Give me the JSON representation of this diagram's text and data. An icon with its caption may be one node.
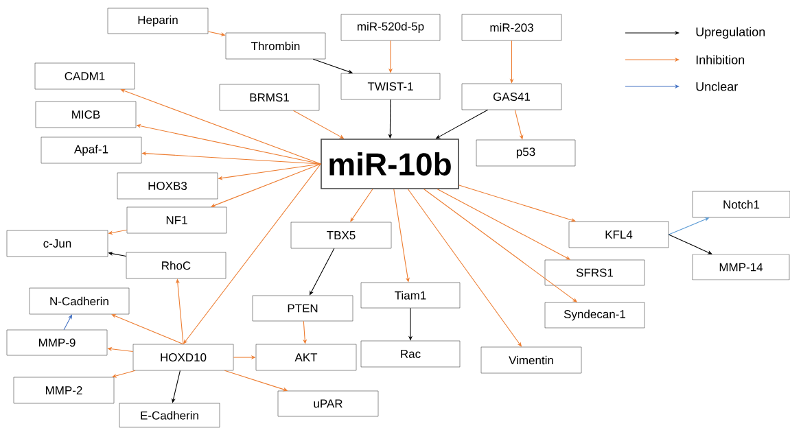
{
  "diagram": {
    "nodes": [
      {
        "text": [
          "Heparin"
        ]
      },
      {
        "text": [
          "Thrombin"
        ]
      },
      {
        "text": [
          "miR-520d-5p"
        ]
      },
      {
        "text": [
          "miR-203"
        ]
      },
      {
        "text": [
          "CADM1"
        ]
      },
      {
        "text": [
          "TWIST-1"
        ]
      },
      {
        "text": [
          "BRMS1"
        ]
      },
      {
        "text": [
          "GAS41"
        ]
      },
      {
        "text": [
          "MICB"
        ]
      },
      {
        "text": [
          "Apaf-1"
        ]
      },
      {
        "text": [
          "miR-10b"
        ]
      },
      {
        "text": [
          "p53"
        ]
      },
      {
        "text": [
          "HOXB3"
        ]
      },
      {
        "text": [
          "NF1"
        ]
      },
      {
        "text": [
          "KFL4"
        ]
      },
      {
        "text": [
          "Notch1"
        ]
      },
      {
        "text": [
          "TBX5"
        ]
      },
      {
        "text": [
          "c-Jun"
        ]
      },
      {
        "text": [
          "RhoC"
        ]
      },
      {
        "text": [
          "SFRS1"
        ]
      },
      {
        "text": [
          "MMP-14"
        ]
      },
      {
        "text": [
          "N-Cadherin"
        ]
      },
      {
        "text": [
          "PTEN"
        ]
      },
      {
        "text": [
          "Tiam1"
        ]
      },
      {
        "text": [
          "Syndecan-1"
        ]
      },
      {
        "text": [
          "MMP-9"
        ]
      },
      {
        "text": [
          "HOXD10"
        ]
      },
      {
        "text": [
          "AKT"
        ]
      },
      {
        "text": [
          "Rac"
        ]
      },
      {
        "text": [
          "Vimentin"
        ]
      },
      {
        "text": [
          "MMP-2"
        ]
      },
      {
        "text": [
          "E-Cadherin"
        ]
      },
      {
        "text": [
          "uPAR"
        ]
      }
    ],
    "edges": [
      {
        "from": 0,
        "to": 1,
        "arrow": "to"
      },
      {
        "from": 1,
        "to": 5,
        "arrow": "to",
        "color": "#000000"
      },
      {
        "from": 2,
        "to": 5,
        "arrow": "to"
      },
      {
        "from": 3,
        "to": 7,
        "arrow": "to"
      },
      {
        "from": 5,
        "to": 10,
        "arrow": "to",
        "color": "#000000"
      },
      {
        "from": 6,
        "to": 10,
        "arrow": "to"
      },
      {
        "from": 7,
        "to": 10,
        "arrow": "to",
        "color": "#000000"
      },
      {
        "from": 7,
        "to": 11,
        "arrow": "to"
      },
      {
        "from": 10,
        "to": 4,
        "arrow": "to"
      },
      {
        "from": 10,
        "to": 8,
        "arrow": "to"
      },
      {
        "from": 10,
        "to": 9,
        "arrow": "to"
      },
      {
        "from": 10,
        "to": 12,
        "arrow": "to"
      },
      {
        "from": 10,
        "to": 13,
        "arrow": "to"
      },
      {
        "from": 10,
        "to": 26,
        "arrow": "to"
      },
      {
        "from": 10,
        "to": 16,
        "arrow": "to"
      },
      {
        "from": 10,
        "to": 23,
        "arrow": "to"
      },
      {
        "from": 10,
        "to": 29,
        "arrow": "to"
      },
      {
        "from": 10,
        "to": 24,
        "arrow": "to"
      },
      {
        "from": 10,
        "to": 19,
        "arrow": "to"
      },
      {
        "from": 10,
        "to": 14,
        "arrow": "to"
      },
      {
        "from": 14,
        "to": 15,
        "arrow": "to",
        "color": "#5b9bd5"
      },
      {
        "from": 14,
        "to": 20,
        "arrow": "to",
        "color": "#000000"
      },
      {
        "from": 13,
        "to": 17,
        "arrow": "to"
      },
      {
        "from": 18,
        "to": 17,
        "arrow": "to",
        "color": "#000000"
      },
      {
        "from": 16,
        "to": 22,
        "arrow": "to",
        "color": "#000000"
      },
      {
        "from": 22,
        "to": 27,
        "arrow": "to"
      },
      {
        "from": 23,
        "to": 28,
        "arrow": "to",
        "color": "#000000"
      },
      {
        "from": 26,
        "to": 18,
        "arrow": "to"
      },
      {
        "from": 26,
        "to": 21,
        "arrow": "to"
      },
      {
        "from": 26,
        "to": 25,
        "arrow": "to"
      },
      {
        "from": 26,
        "to": 27,
        "arrow": "to"
      },
      {
        "from": 26,
        "to": 30,
        "arrow": "to"
      },
      {
        "from": 26,
        "to": 31,
        "arrow": "to",
        "color": "#000000"
      },
      {
        "from": 26,
        "to": 32,
        "arrow": "to"
      },
      {
        "from": 25,
        "to": 21,
        "arrow": "to",
        "color": "#4472c4"
      }
    ],
    "legend": [
      {
        "text": "Upregulation"
      },
      {
        "text": "Inhibition"
      },
      {
        "text": "Unclear"
      }
    ]
  }
}
